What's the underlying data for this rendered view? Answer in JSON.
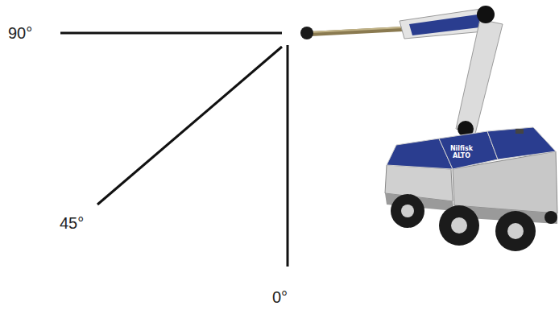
{
  "diagram": {
    "labels": [
      "90°",
      "45°",
      "0°",
      "Nilfisk ALTO"
    ]
  }
}
